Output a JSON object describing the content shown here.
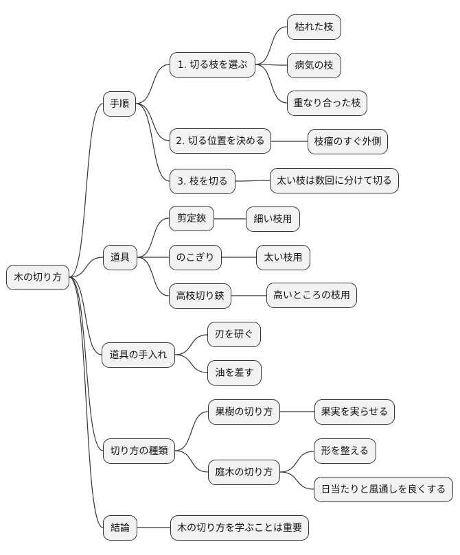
{
  "diagram": {
    "type": "mindmap",
    "colors": {
      "background": "#ffffff",
      "node_fill": "#f2f2f2",
      "node_border": "#333333",
      "edge": "#333333",
      "text": "#111111"
    },
    "root": {
      "label": "木の切り方"
    },
    "branches": [
      {
        "label": "手順",
        "children": [
          {
            "label": "1. 切る枝を選ぶ",
            "children": [
              {
                "label": "枯れた枝"
              },
              {
                "label": "病気の枝"
              },
              {
                "label": "重なり合った枝"
              }
            ]
          },
          {
            "label": "2. 切る位置を決める",
            "children": [
              {
                "label": "枝瘤のすぐ外側"
              }
            ]
          },
          {
            "label": "3. 枝を切る",
            "children": [
              {
                "label": "太い枝は数回に分けて切る"
              }
            ]
          }
        ]
      },
      {
        "label": "道具",
        "children": [
          {
            "label": "剪定鋏",
            "children": [
              {
                "label": "細い枝用"
              }
            ]
          },
          {
            "label": "のこぎり",
            "children": [
              {
                "label": "太い枝用"
              }
            ]
          },
          {
            "label": "高枝切り鋏",
            "children": [
              {
                "label": "高いところの枝用"
              }
            ]
          }
        ]
      },
      {
        "label": "道具の手入れ",
        "children": [
          {
            "label": "刃を研ぐ"
          },
          {
            "label": "油を差す"
          }
        ]
      },
      {
        "label": "切り方の種類",
        "children": [
          {
            "label": "果樹の切り方",
            "children": [
              {
                "label": "果実を実らせる"
              }
            ]
          },
          {
            "label": "庭木の切り方",
            "children": [
              {
                "label": "形を整える"
              },
              {
                "label": "日当たりと風通しを良くする"
              }
            ]
          }
        ]
      },
      {
        "label": "結論",
        "children": [
          {
            "label": "木の切り方を学ぶことは重要"
          }
        ]
      }
    ]
  }
}
